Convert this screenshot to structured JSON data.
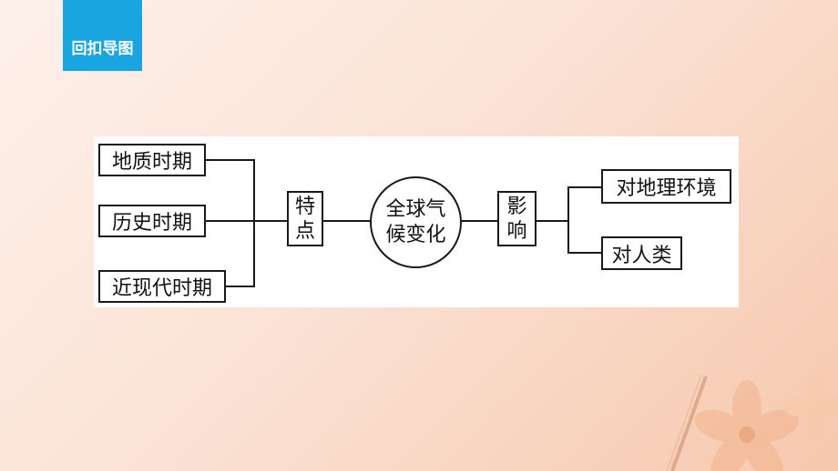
{
  "header": {
    "tag_label": "回扣导图"
  },
  "diagram": {
    "left_items": [
      "地质时期",
      "历史时期",
      "近现代时期"
    ],
    "feature": [
      "特",
      "点"
    ],
    "center": [
      "全球气",
      "候变化"
    ],
    "impact": [
      "影",
      "响"
    ],
    "right_items": [
      "对地理环境",
      "对人类"
    ]
  }
}
